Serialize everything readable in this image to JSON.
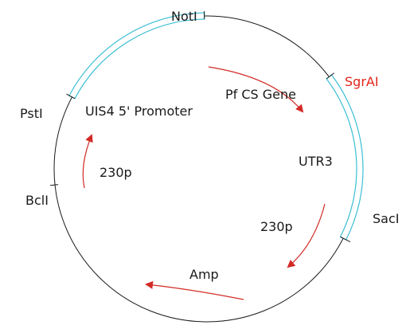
{
  "colors": {
    "backbone": "#1a1a1a",
    "segment_fill": "#ffffff",
    "segment_stroke": "#3bbfd3",
    "arrow": "#d22a25",
    "accent_text": "#e0261b"
  },
  "sites": [
    {
      "id": "noti",
      "label": "NotI"
    },
    {
      "id": "sgrai",
      "label": "SgrAI",
      "accent": true
    },
    {
      "id": "saci",
      "label": "SacI"
    },
    {
      "id": "psti",
      "label": "PstI"
    },
    {
      "id": "bcli",
      "label": "BclI"
    }
  ],
  "features": [
    {
      "id": "uis4-promoter",
      "label": "UIS4 5' Promoter"
    },
    {
      "id": "pf-cs-gene",
      "label": "Pf CS Gene"
    },
    {
      "id": "utr3",
      "label": "UTR3"
    },
    {
      "id": "230p-right",
      "label": "230p"
    },
    {
      "id": "230p-left",
      "label": "230p"
    },
    {
      "id": "amp",
      "label": "Amp"
    }
  ]
}
